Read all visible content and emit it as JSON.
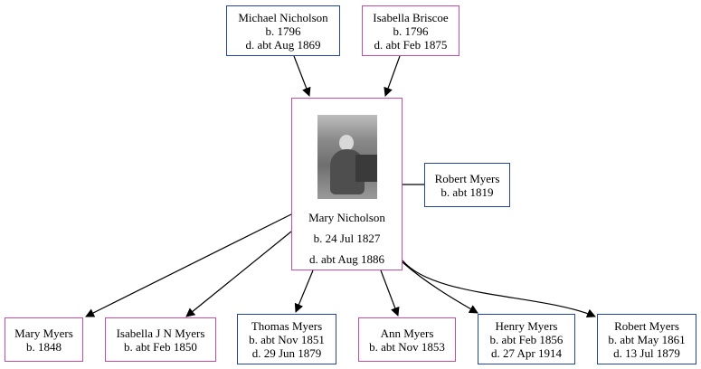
{
  "people": {
    "michael": {
      "name": "Michael Nicholson",
      "birth": "b. 1796",
      "death": "d. abt Aug 1869",
      "sex": "male"
    },
    "isabella_briscoe": {
      "name": "Isabella Briscoe",
      "birth": "b. 1796",
      "death": "d. abt Feb 1875",
      "sex": "female"
    },
    "mary_nicholson": {
      "name": "Mary Nicholson",
      "birth": "b. 24 Jul 1827",
      "death": "d. abt Aug 1886",
      "sex": "female"
    },
    "robert_myers_spouse": {
      "name": "Robert Myers",
      "birth": "b. abt 1819",
      "sex": "male"
    },
    "mary_myers": {
      "name": "Mary Myers",
      "birth": "b. 1848",
      "sex": "female"
    },
    "isabella_jn_myers": {
      "name": "Isabella J N Myers",
      "birth": "b. abt Feb 1850",
      "sex": "female"
    },
    "thomas_myers": {
      "name": "Thomas Myers",
      "birth": "b. abt Nov 1851",
      "death": "d. 29 Jun 1879",
      "sex": "male"
    },
    "ann_myers": {
      "name": "Ann Myers",
      "birth": "b. abt Nov 1853",
      "sex": "female"
    },
    "henry_myers": {
      "name": "Henry Myers",
      "birth": "b. abt Feb 1856",
      "death": "d. 27 Apr 1914",
      "sex": "male"
    },
    "robert_myers_child": {
      "name": "Robert Myers",
      "birth": "b. abt May 1861",
      "death": "d. 13 Jul 1879",
      "sex": "male"
    }
  },
  "colors": {
    "male_border": "#2243a7",
    "female_border": "#c64ca6",
    "edge": "#000000"
  }
}
